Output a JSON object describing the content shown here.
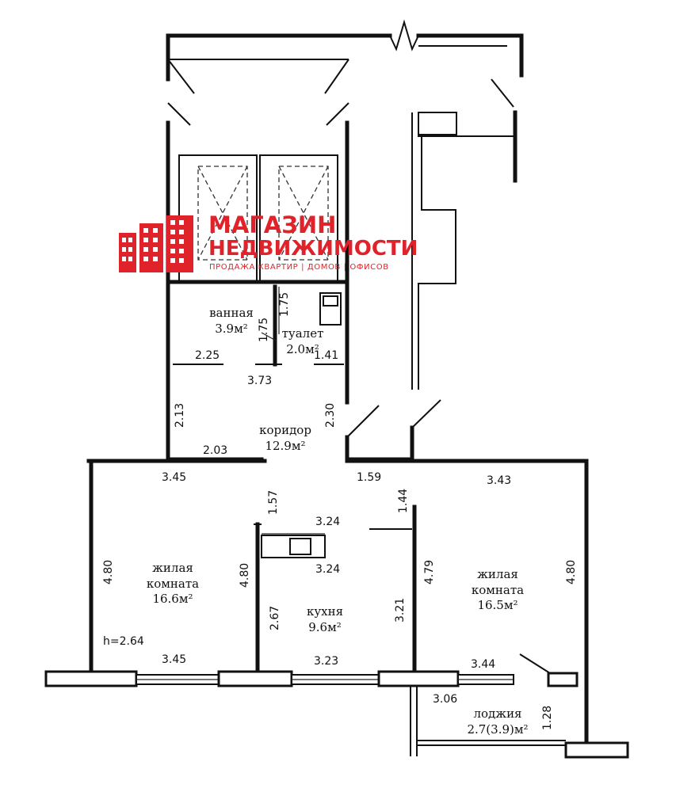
{
  "logo": {
    "line1": "МАГАЗИН",
    "line2": "НЕДВИЖИМОСТИ",
    "tagline": "ПРОДАЖА КВАРТИР | ДОМОВ | ОФИСОВ",
    "color": "#e0232a",
    "icon": "buildings-icon"
  },
  "rooms": {
    "bathroom": "ванная\n3.9м²",
    "toilet": "туалет\n2.0м²",
    "corridor": "коридор\n12.9м²",
    "living_left": "жилая\nкомната\n16.6м²",
    "kitchen": "кухня\n9.6м²",
    "living_right": "жилая\nкомната\n16.5м²",
    "loggia": "лоджия\n2.7(3.9)м²"
  },
  "ceiling_height": "h=2.64",
  "dimensions": {
    "d_1_75_a": "1.75",
    "d_1_75_b": "1.75",
    "d_2_25": "2.25",
    "d_1_41": "1.41",
    "d_3_73": "3.73",
    "d_2_13": "2.13",
    "d_2_30": "2.30",
    "d_2_03": "2.03",
    "d_3_45_top": "3.45",
    "d_1_57": "1.57",
    "d_1_59": "1.59",
    "d_3_43": "3.43",
    "d_1_44": "1.44",
    "d_3_24_top": "3.24",
    "d_3_24_bot": "3.24",
    "d_4_80_left": "4.80",
    "d_4_80_mid": "4.80",
    "d_2_67": "2.67",
    "d_3_21": "3.21",
    "d_4_79": "4.79",
    "d_4_80_right": "4.80",
    "d_3_45_bot": "3.45",
    "d_3_23": "3.23",
    "d_3_44": "3.44",
    "d_3_06": "3.06",
    "d_1_28": "1.28"
  }
}
